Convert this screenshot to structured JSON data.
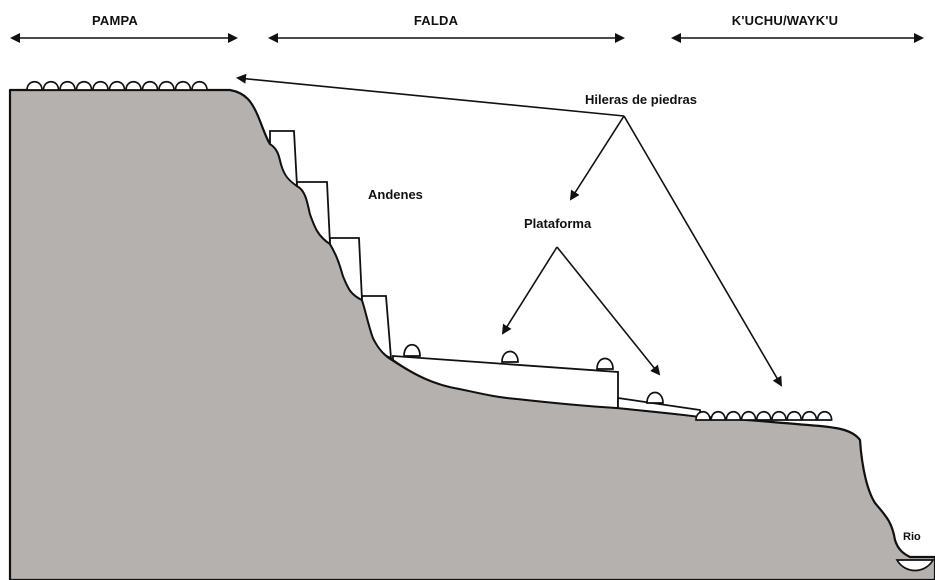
{
  "zones": {
    "pampa": "PAMPA",
    "falda": "FALDA",
    "kuchu": "K'UCHU/WAYK'U"
  },
  "labels": {
    "hileras": "Hileras de piedras",
    "andenes": "Andenes",
    "plataforma": "Plataforma",
    "rio": "Rio"
  },
  "colors": {
    "terrain": "#b4b1ae",
    "outline": "#111111",
    "background": "#ffffff"
  }
}
